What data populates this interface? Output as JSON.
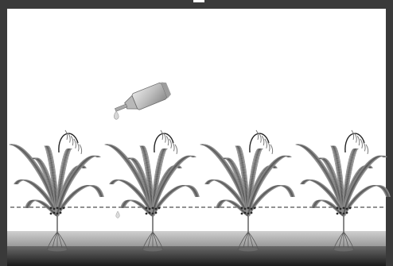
{
  "title": "",
  "scene": {
    "plants": [
      {
        "name": "plant-1"
      },
      {
        "name": "plant-2"
      },
      {
        "name": "plant-3"
      },
      {
        "name": "plant-4"
      }
    ],
    "colors": {
      "frame": "#3a3a3a",
      "sky": "#ffffff",
      "soil_top": "#c4c4c4",
      "soil_bottom": "#8e8e8e",
      "ground_base": "#1e1e1e",
      "leaf_dark": "#555555",
      "leaf_light": "#b0b0b0",
      "bottle": "#bdbdbd",
      "water_line": "#505050"
    }
  }
}
